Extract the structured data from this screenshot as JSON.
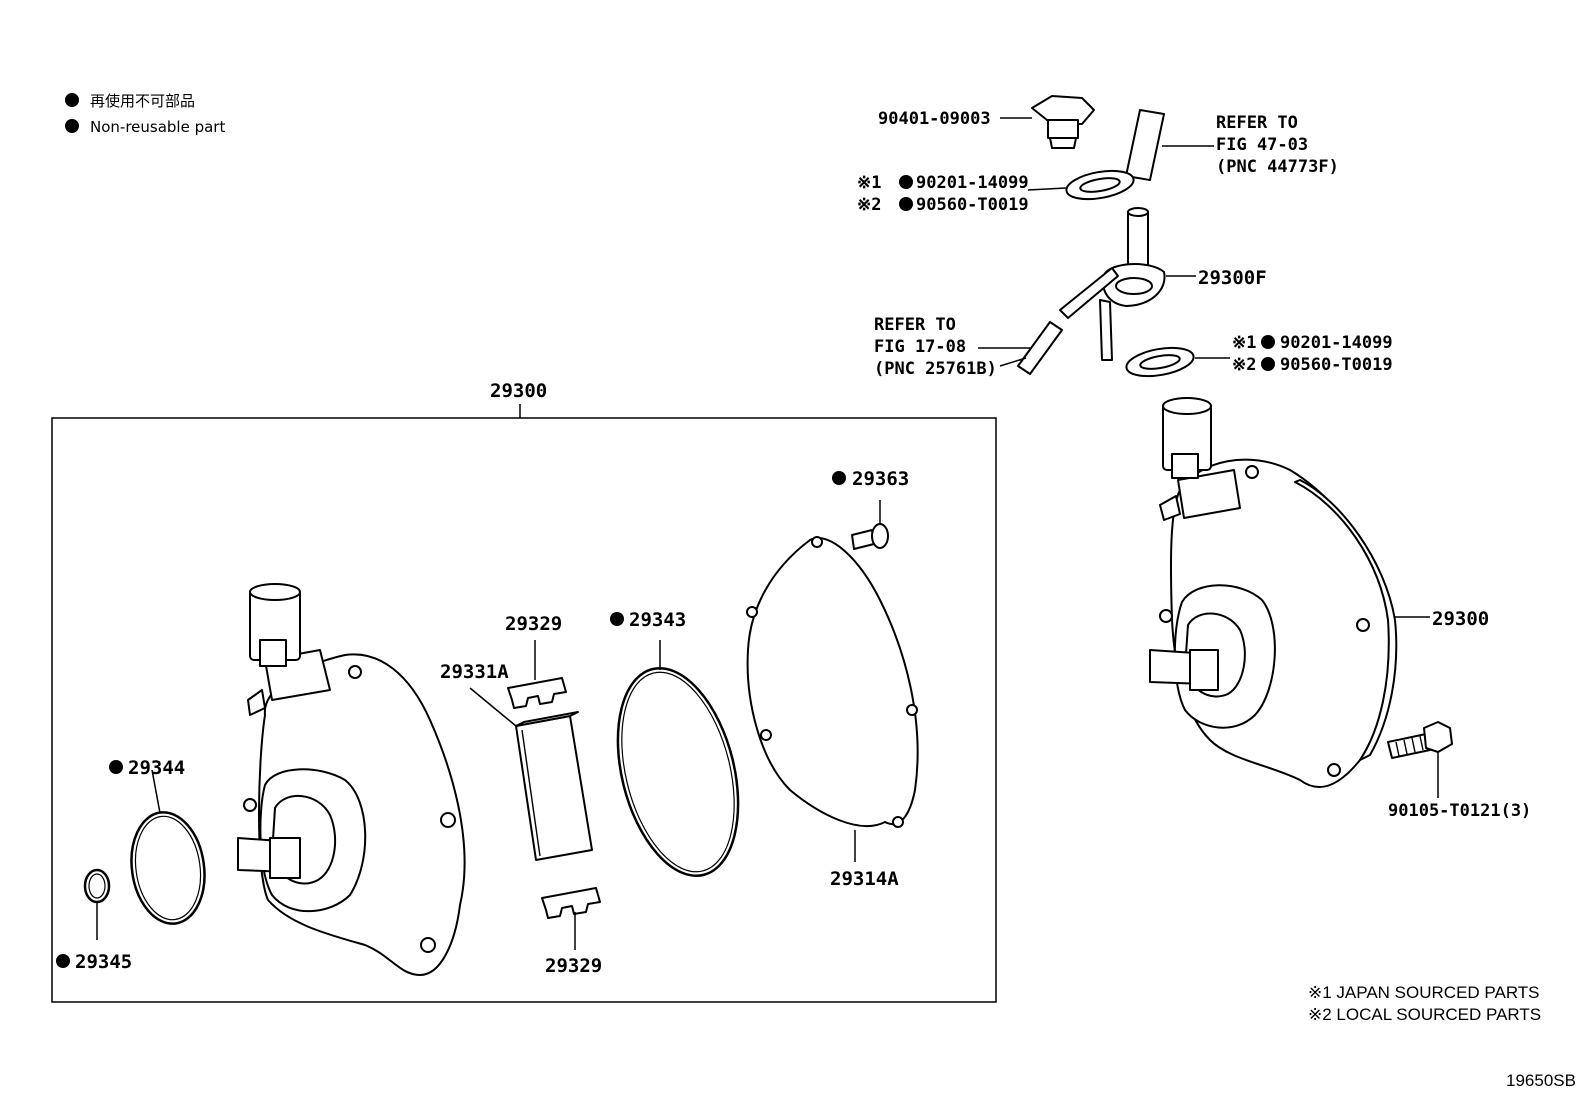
{
  "legend": {
    "jp": "再使用不可部品",
    "en": "Non-reusable part"
  },
  "notes": {
    "n1": "※1  JAPAN SOURCED PARTS",
    "n2": "※2  LOCAL SOURCED PARTS"
  },
  "figure_code": "19650SB",
  "callouts": {
    "p90401": "90401-09003",
    "refer47_l1": "REFER TO",
    "refer47_l2": "FIG 47-03",
    "refer47_l3": "(PNC 44773F)",
    "w1_a_mark": "※1",
    "w1_a": "90201-14099",
    "w1_b_mark": "※2",
    "w1_b": "90560-T0019",
    "p29300F": "29300F",
    "refer17_l1": "REFER TO",
    "refer17_l2": "FIG 17-08",
    "refer17_l3": "(PNC 25761B)",
    "w2_a_mark": "※1",
    "w2_a": "90201-14099",
    "w2_b_mark": "※2",
    "w2_b": "90560-T0019",
    "box_title": "29300",
    "p29363": "29363",
    "p29329_top": "29329",
    "p29331A": "29331A",
    "p29343": "29343",
    "p29344": "29344",
    "p29345": "29345",
    "p29314A": "29314A",
    "p29329_bot": "29329",
    "p29300_right": "29300",
    "p90105": "90105-T0121(3)"
  }
}
